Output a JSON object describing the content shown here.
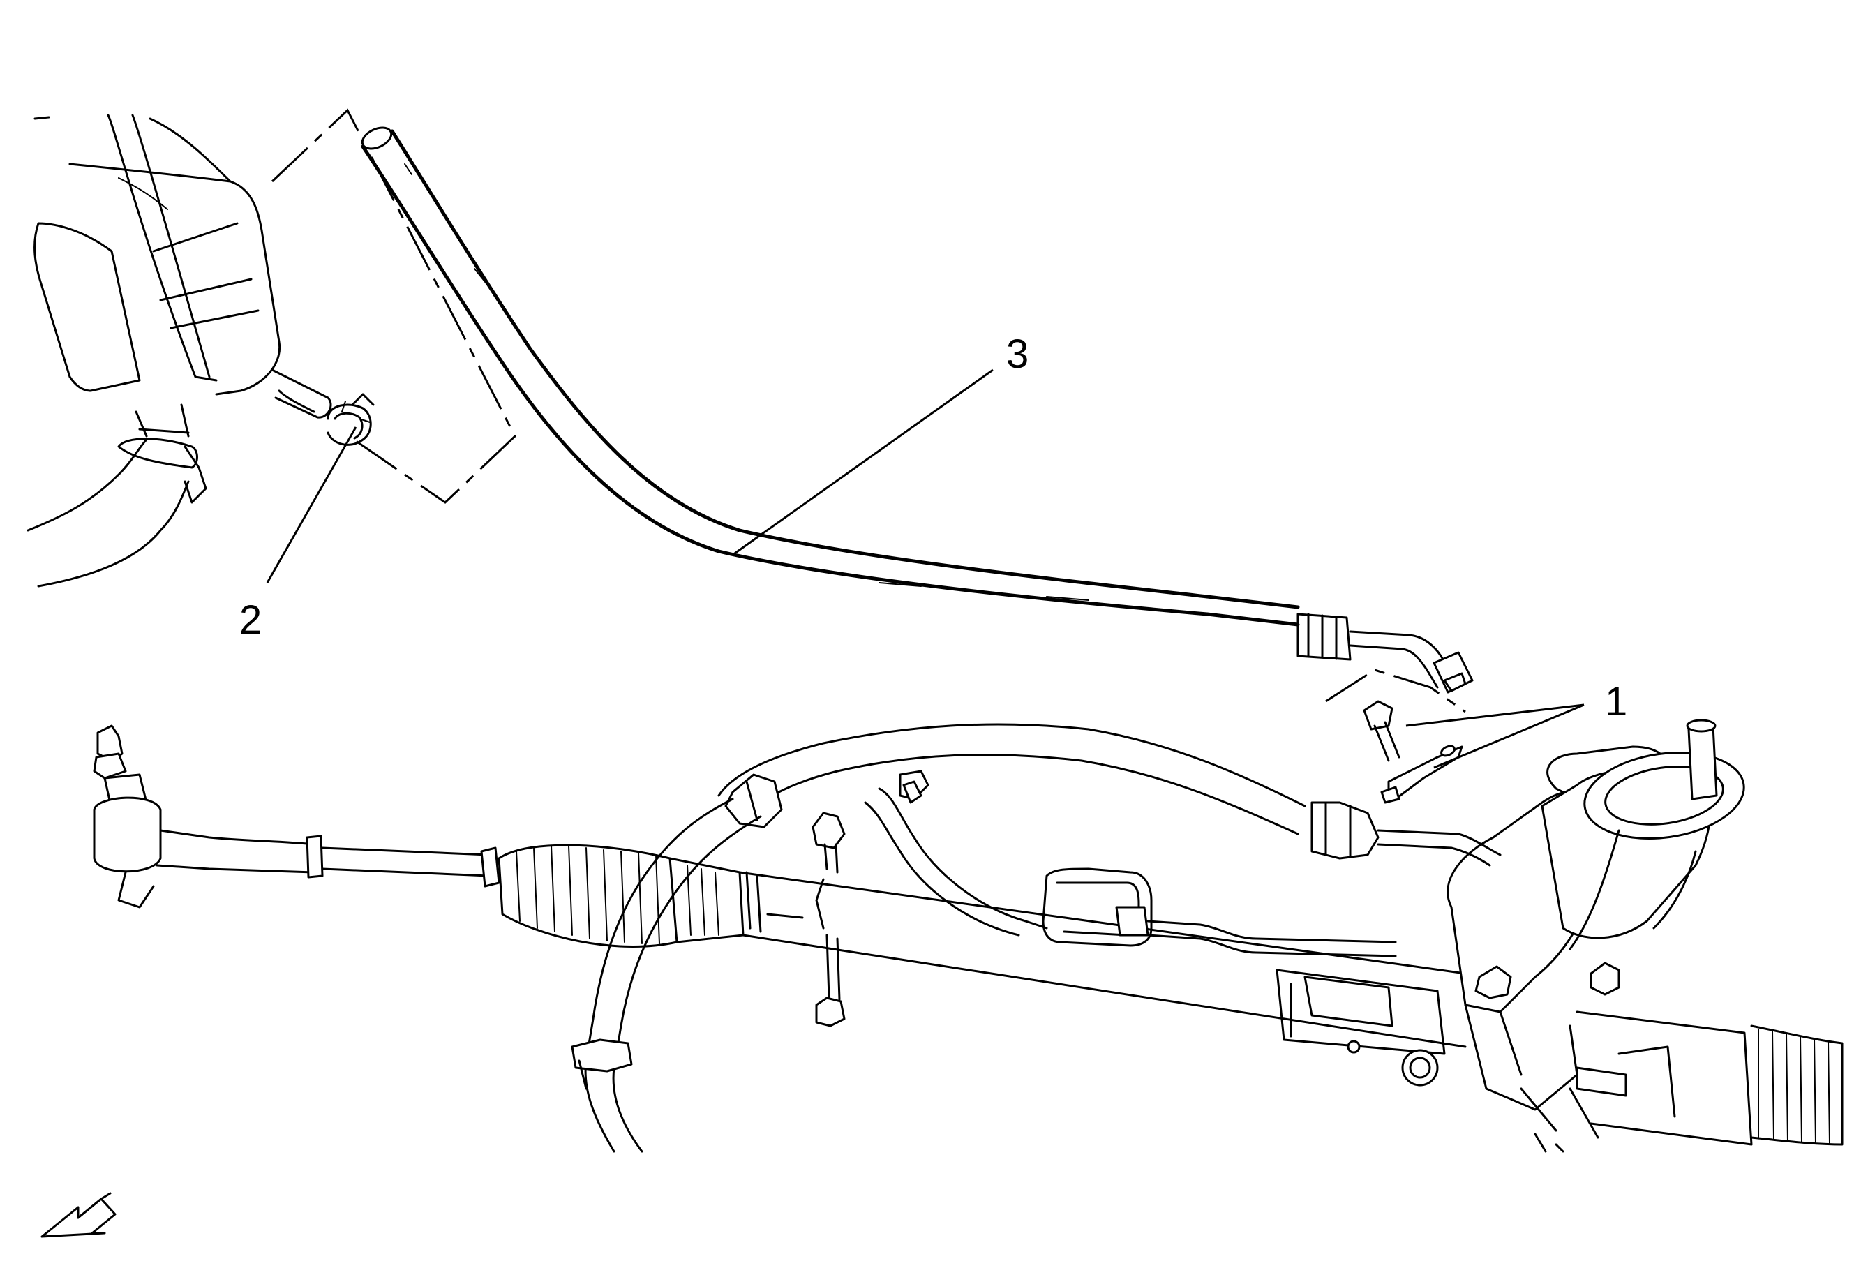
{
  "diagram": {
    "callouts": [
      {
        "id": "callout-1",
        "label": "1"
      },
      {
        "id": "callout-2",
        "label": "2"
      },
      {
        "id": "callout-3",
        "label": "3"
      }
    ],
    "view_direction_icon": "front-arrow-icon"
  }
}
